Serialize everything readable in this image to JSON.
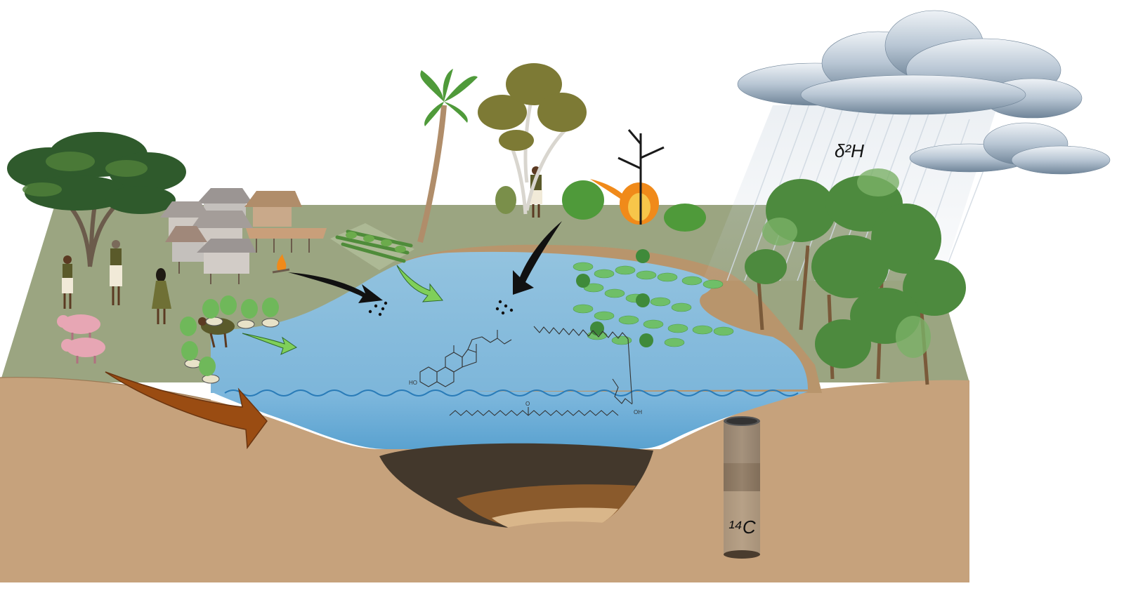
{
  "labels": {
    "rain_isotope": "δ²H",
    "core_isotope": "¹⁴C",
    "sterol_oh": "HO",
    "acid_oh": "OH",
    "ketone_o": "O"
  },
  "colors": {
    "land_top": "#9ba581",
    "soil": "#c6a27c",
    "lake": "#8fbfdc",
    "lake_deep": "#6aa9d3",
    "sediment_dark": "#43382c",
    "sediment_mid": "#8a5a2c",
    "runoff_arrow": "#9a4c12",
    "input_arrow_black": "#111111",
    "input_arrow_green": "#7fcf5a",
    "cloud": "#8ea4b8",
    "fire": "#f08a1a"
  },
  "icons": [
    "tree-icon",
    "palm-tree-icon",
    "eucalyptus-tree-icon",
    "burning-tree-icon",
    "house-icon",
    "person-icon",
    "pig-icon",
    "campfire-icon",
    "crop-field-icon",
    "taro-plant-icon",
    "water-lily-icon",
    "rain-cloud-icon",
    "sediment-core-icon"
  ]
}
